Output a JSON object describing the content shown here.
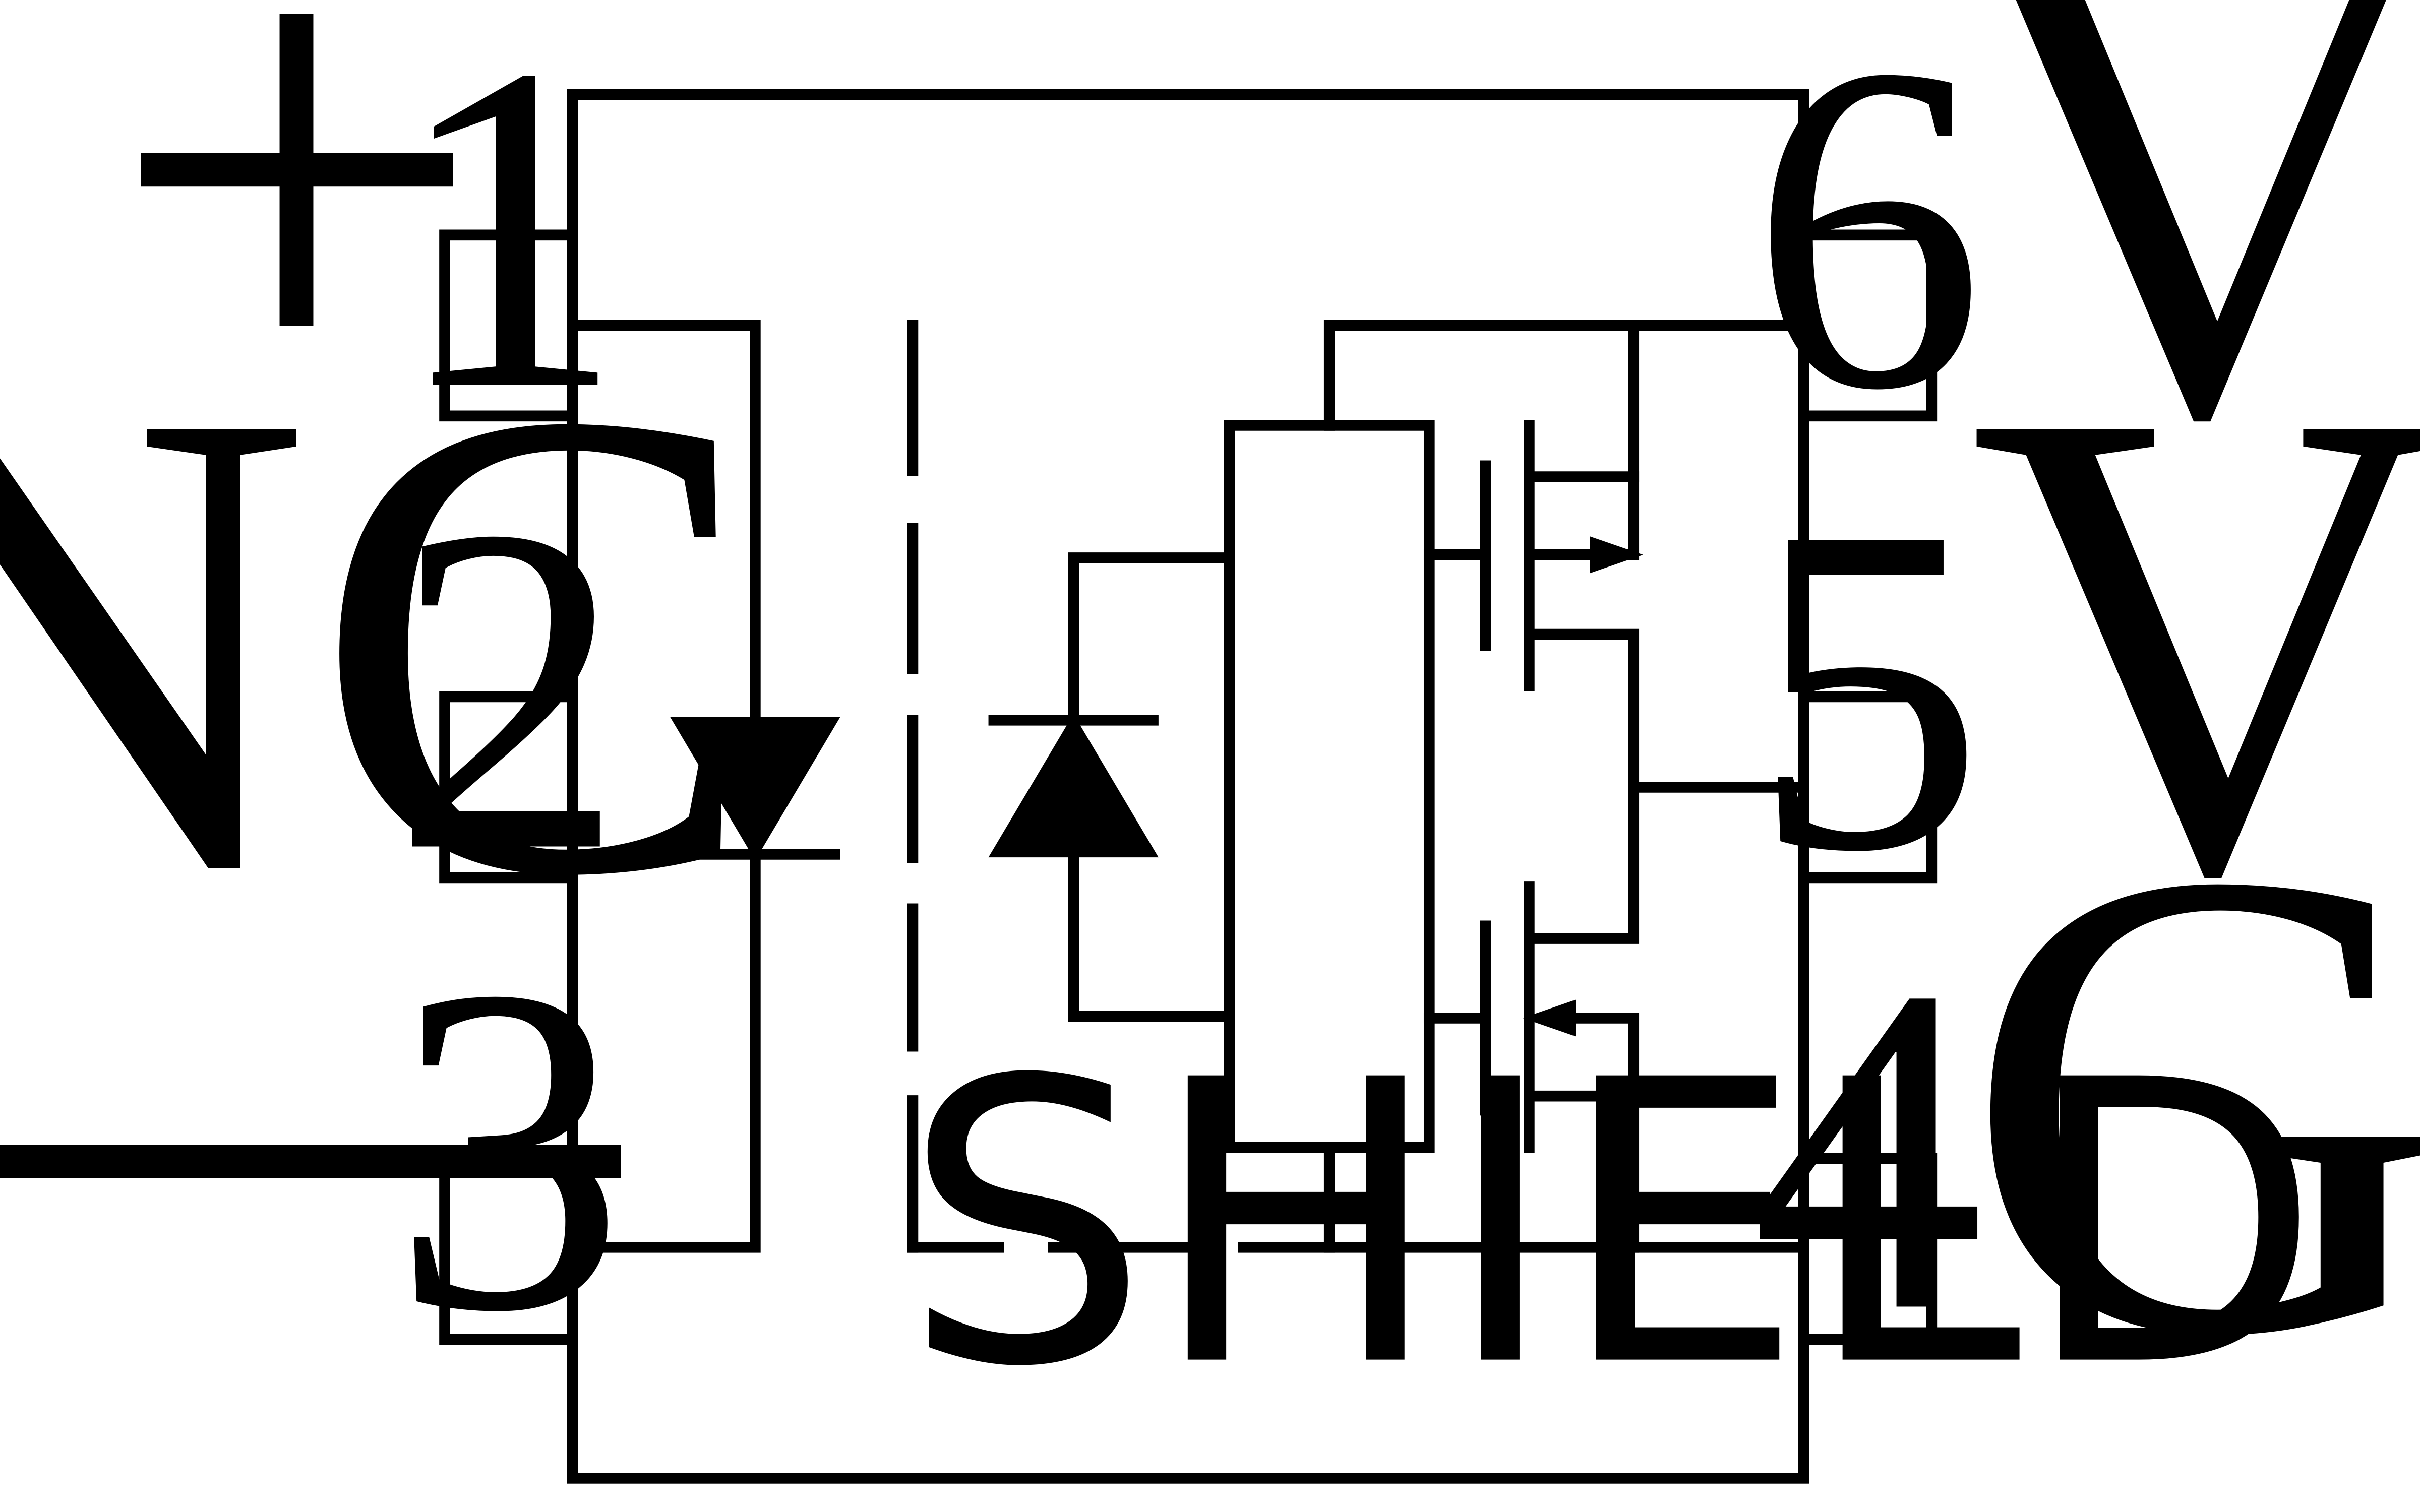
{
  "pins": {
    "p1": {
      "number": "1",
      "label": "+"
    },
    "p2": {
      "number": "2",
      "label": "NC"
    },
    "p3": {
      "number": "3",
      "label": "—"
    },
    "p4": {
      "number": "4",
      "label": "GND"
    },
    "p5": {
      "number": "5",
      "label": "VO"
    },
    "p6": {
      "number": "6",
      "label": "VCC"
    }
  },
  "shield_label": "SHIELD"
}
